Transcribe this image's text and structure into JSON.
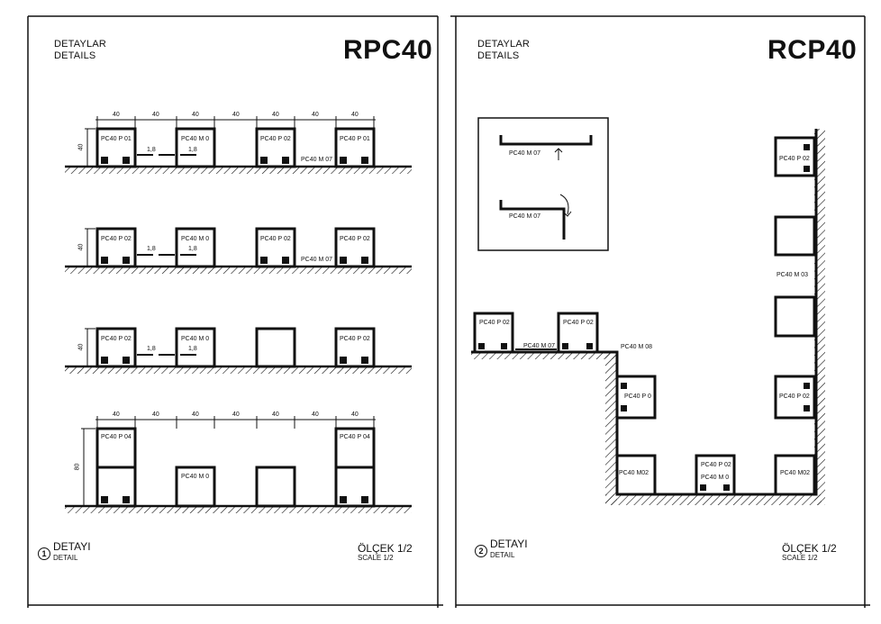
{
  "left": {
    "header_tr": "DETAYLAR",
    "header_en": "DETAILS",
    "title": "RPC40",
    "detail_number": "1",
    "detail_tr": "DETAYI",
    "detail_en": "DETAIL",
    "scale_tr": "ÖLÇEK 1/2",
    "scale_en": "SCALE 1/2",
    "dims_row1": [
      "40",
      "40",
      "40",
      "40",
      "40",
      "40",
      "40"
    ],
    "dims_row4": [
      "40",
      "40",
      "40",
      "40",
      "40",
      "40",
      "40"
    ],
    "height_40": "40",
    "height_80": "80",
    "gap": "1,8",
    "labels": {
      "p01": "PC40 P 01",
      "p02": "PC40 P 02",
      "p04": "PC40 P 04",
      "m0": "PC40 M 0",
      "m07": "PC40 M 07"
    }
  },
  "right": {
    "header_tr": "DETAYLAR",
    "header_en": "DETAILS",
    "title": "RCP40",
    "detail_number": "2",
    "detail_tr": "DETAYI",
    "detail_en": "DETAIL",
    "scale_tr": "ÖLÇEK 1/2",
    "scale_en": "SCALE 1/2",
    "labels": {
      "m07": "PC40 M 07",
      "p02": "PC40 P 02",
      "m08": "PC40 M 08",
      "p0": "PC40 P 0",
      "m02": "PC40 M02",
      "m03": "PC40 M 03",
      "m0": "PC40 M 0"
    }
  }
}
